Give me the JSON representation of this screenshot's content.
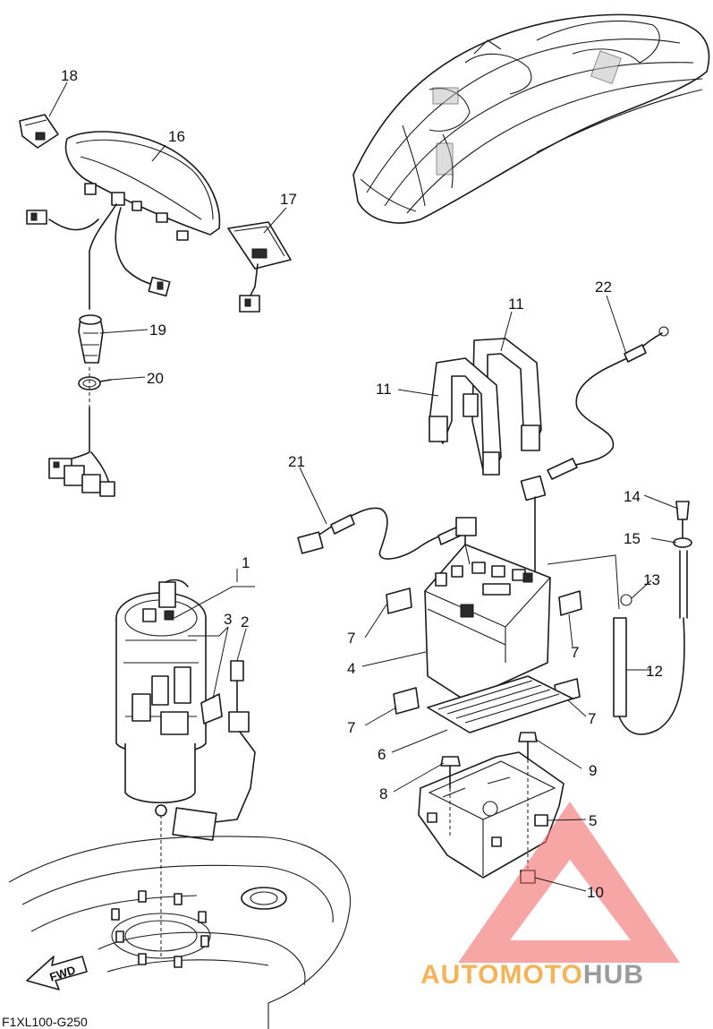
{
  "callouts": {
    "c1": "1",
    "c2": "2",
    "c3": "3",
    "c4": "4",
    "c5": "5",
    "c6": "6",
    "c7a": "7",
    "c7b": "7",
    "c7c": "7",
    "c7d": "7",
    "c8": "8",
    "c9": "9",
    "c10": "10",
    "c11a": "11",
    "c11b": "11",
    "c12": "12",
    "c13": "13",
    "c14": "14",
    "c15": "15",
    "c16": "16",
    "c17": "17",
    "c18": "18",
    "c19": "19",
    "c20": "20",
    "c21": "21",
    "c22": "22"
  },
  "fwd_label": "FWD",
  "drawing_code": "F1XL100-G250",
  "watermark": {
    "part1": "AUTOMOTO",
    "part2": "HUB",
    "color_primary": "#f4a63a",
    "color_secondary": "#8a8a8a",
    "triangle_color": "#f26b6b"
  }
}
